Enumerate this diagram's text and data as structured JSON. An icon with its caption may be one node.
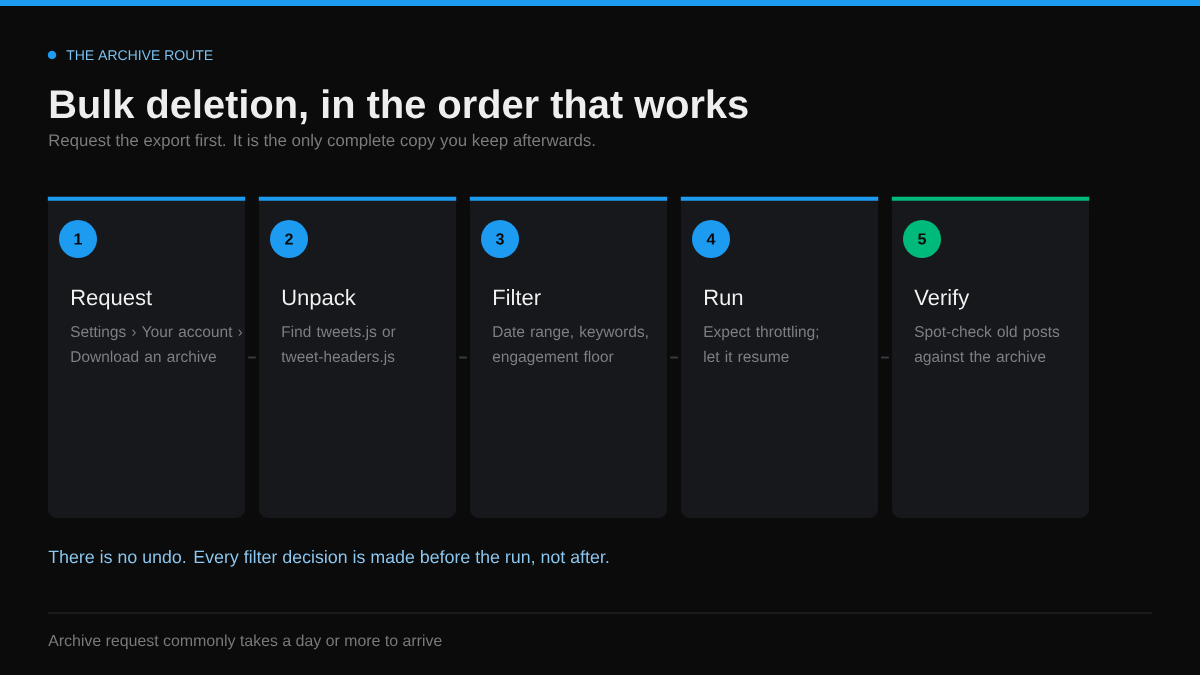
{
  "diagram": {
    "title": "Bulk deletion, in the order that works",
    "nodes": [
      {
        "text": [
          "Request",
          "Settings › Your account › Download an archive"
        ]
      },
      {
        "text": [
          "1"
        ],
        "in": 0
      },
      {
        "text": [
          "Unpack",
          "Find tweets.js or tweet-headers.js"
        ]
      },
      {
        "text": [
          "2"
        ],
        "in": 2
      },
      {
        "text": [
          "Filter",
          "Date range, keywords, engagement floor"
        ]
      },
      {
        "text": [
          "3"
        ],
        "in": 4
      },
      {
        "text": [
          "Run",
          "Expect throttling; let it resume"
        ]
      },
      {
        "text": [
          "4"
        ],
        "in": 6
      },
      {
        "text": [
          "Verify",
          "Spot-check old posts against the archive"
        ]
      },
      {
        "text": [
          "5"
        ],
        "in": 8
      }
    ],
    "edges": [
      {
        "from": 0,
        "to": 2,
        "arrow": "none"
      },
      {
        "from": 2,
        "to": 4,
        "arrow": "none"
      },
      {
        "from": 4,
        "to": 6,
        "arrow": "none"
      },
      {
        "from": 6,
        "to": 8,
        "arrow": "none"
      }
    ],
    "labels": [
      "THE ARCHIVE ROUTE",
      "Request the export first. It is the only complete copy you keep afterwards.",
      "There is no undo. Every filter decision is made before the run, not after.",
      "Archive request commonly takes a day or more to arrive"
    ]
  }
}
